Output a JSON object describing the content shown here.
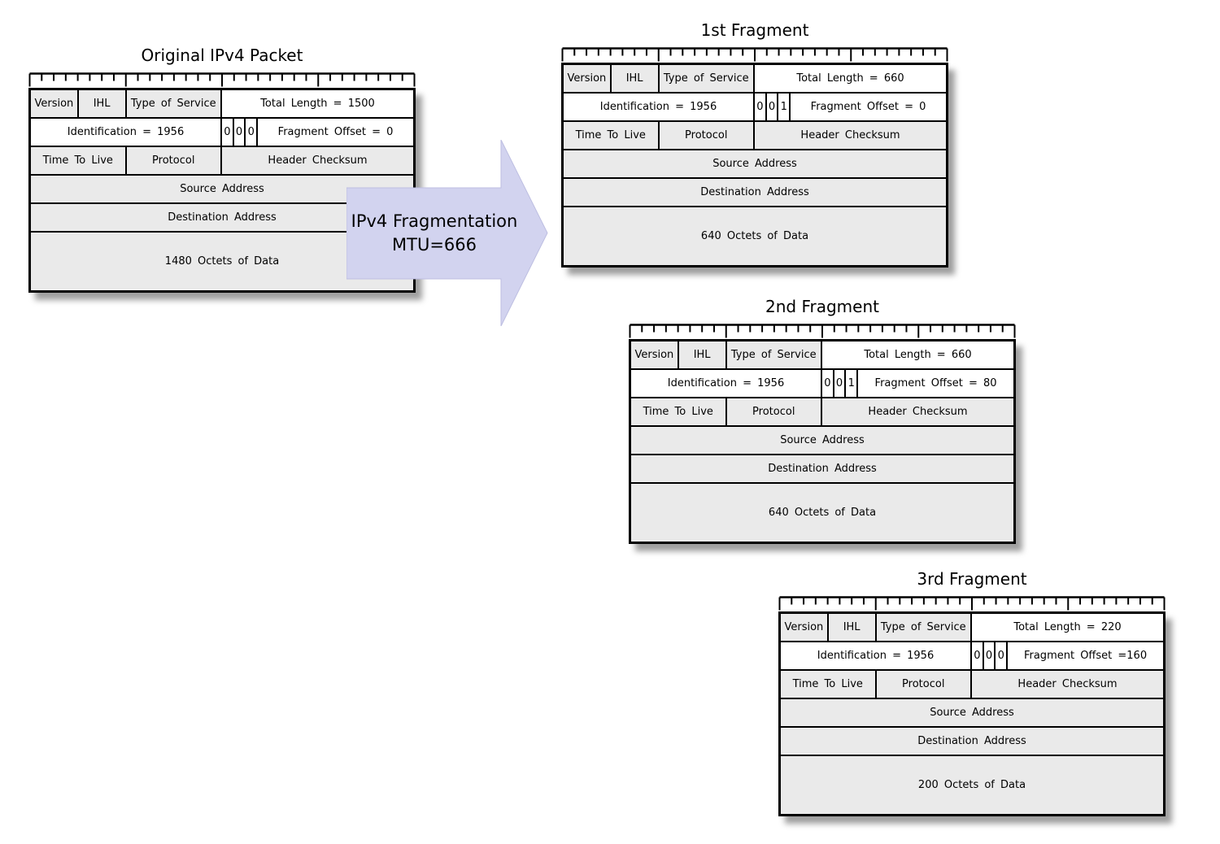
{
  "colors": {
    "cell_gray": "#eaeaea",
    "cell_white": "#ffffff",
    "border": "#000000",
    "arrow_fill": "#d2d3ef"
  },
  "arrow": {
    "line1": "IPv4 Fragmentation",
    "line2": "MTU=666"
  },
  "packets": {
    "original": {
      "title": "Original IPv4 Packet",
      "version": "Version",
      "ihl": "IHL",
      "tos": "Type of Service",
      "total_length": "Total Length = 1500",
      "identification": "Identification = 1956",
      "flags": [
        "0",
        "0",
        "0"
      ],
      "fragment_offset": "Fragment Offset = 0",
      "ttl": "Time To Live",
      "protocol": "Protocol",
      "header_checksum": "Header Checksum",
      "source_address": "Source Address",
      "destination_address": "Destination Address",
      "data": "1480 Octets of Data"
    },
    "fragment1": {
      "title": "1st Fragment",
      "version": "Version",
      "ihl": "IHL",
      "tos": "Type of Service",
      "total_length": "Total Length = 660",
      "identification": "Identification = 1956",
      "flags": [
        "0",
        "0",
        "1"
      ],
      "fragment_offset": "Fragment Offset = 0",
      "ttl": "Time To Live",
      "protocol": "Protocol",
      "header_checksum": "Header Checksum",
      "source_address": "Source Address",
      "destination_address": "Destination Address",
      "data": "640 Octets of Data"
    },
    "fragment2": {
      "title": "2nd Fragment",
      "version": "Version",
      "ihl": "IHL",
      "tos": "Type of Service",
      "total_length": "Total Length = 660",
      "identification": "Identification = 1956",
      "flags": [
        "0",
        "0",
        "1"
      ],
      "fragment_offset": "Fragment Offset = 80",
      "ttl": "Time To Live",
      "protocol": "Protocol",
      "header_checksum": "Header Checksum",
      "source_address": "Source Address",
      "destination_address": "Destination Address",
      "data": "640 Octets of Data"
    },
    "fragment3": {
      "title": "3rd Fragment",
      "version": "Version",
      "ihl": "IHL",
      "tos": "Type of Service",
      "total_length": "Total Length = 220",
      "identification": "Identification = 1956",
      "flags": [
        "0",
        "0",
        "0"
      ],
      "fragment_offset": "Fragment Offset =160",
      "ttl": "Time To Live",
      "protocol": "Protocol",
      "header_checksum": "Header Checksum",
      "source_address": "Source Address",
      "destination_address": "Destination Address",
      "data": "200 Octets of Data"
    }
  }
}
